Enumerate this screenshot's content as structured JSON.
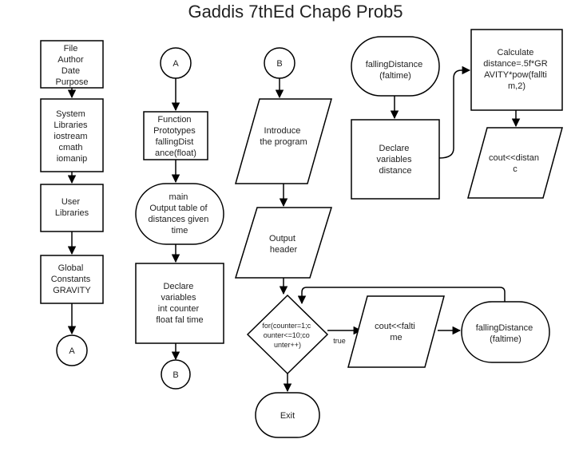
{
  "title": "Gaddis 7thEd Chap6 Prob5",
  "nodes": {
    "header": [
      "File",
      "Author",
      "Date",
      "Purpose"
    ],
    "libraries": [
      "System",
      "Libraries",
      "iostream",
      "cmath",
      "iomanip"
    ],
    "user_libraries": [
      "User",
      "Libraries"
    ],
    "constants": [
      "Global",
      "Constants",
      "GRAVITY"
    ],
    "connector_a_bottom": "A",
    "connector_a_top": "A",
    "prototypes": [
      "Function",
      "Prototypes",
      "fallingDist",
      "ance(float)"
    ],
    "main": [
      "main",
      "Output table of",
      "distances given",
      "time"
    ],
    "declare_main": [
      "Declare",
      "variables",
      "int counter",
      "float fal time"
    ],
    "connector_b_bottom": "B",
    "connector_b_top": "B",
    "introduce": [
      "Introduce",
      "the program"
    ],
    "output_header": [
      "Output",
      "header"
    ],
    "loop": [
      "for(counter=1;c",
      "ounter<=10;co",
      "unter++)"
    ],
    "exit": "Exit",
    "cout_faltime": [
      "cout<<falti",
      "me"
    ],
    "call_falling": [
      "fallingDistance",
      "(faltime)"
    ],
    "func_falling": [
      "fallingDistance",
      "(faltime)"
    ],
    "declare_func": [
      "Declare",
      "variables",
      "distance"
    ],
    "calculate": [
      "Calculate",
      "distance=.5f*GR",
      "AVITY*pow(fallti",
      "m,2)"
    ],
    "cout_distance": [
      "cout<<distan",
      "c"
    ]
  },
  "edge_labels": {
    "loop_true": "true"
  }
}
